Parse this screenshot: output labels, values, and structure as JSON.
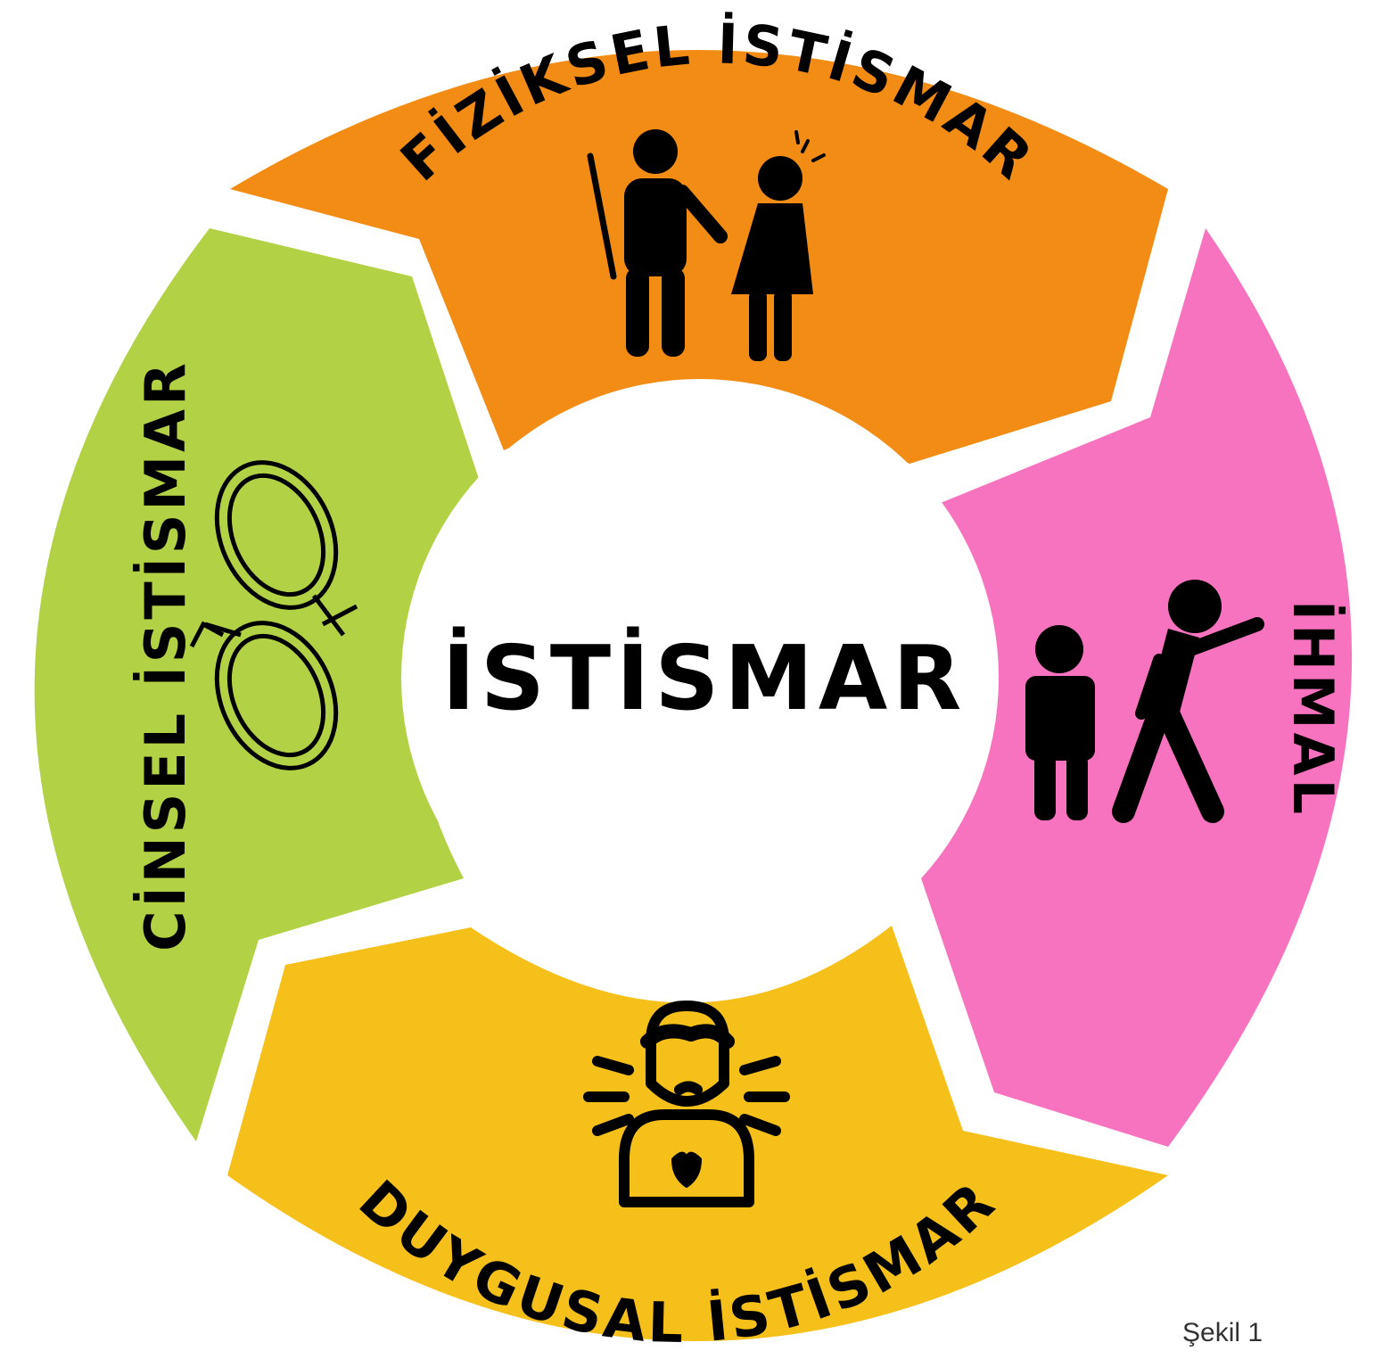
{
  "center": {
    "label": "İSTİSMAR"
  },
  "segments": [
    {
      "id": "fiziksel",
      "label": "FİZİKSEL İSTİSMAR",
      "color": "#F28C14",
      "icon": "adult-hitting-child-icon"
    },
    {
      "id": "ihmal",
      "label": "İHMAL",
      "color": "#F773BF",
      "icon": "neglect-walking-away-icon"
    },
    {
      "id": "duygusal",
      "label": "DUYGUSAL İSTİSMAR",
      "color": "#F6C01A",
      "icon": "sad-person-heart-icon"
    },
    {
      "id": "cinsel",
      "label": "CİNSEL İSTİSMAR",
      "color": "#B3D144",
      "icon": "gender-symbols-icon"
    }
  ],
  "caption": "Şekil 1"
}
